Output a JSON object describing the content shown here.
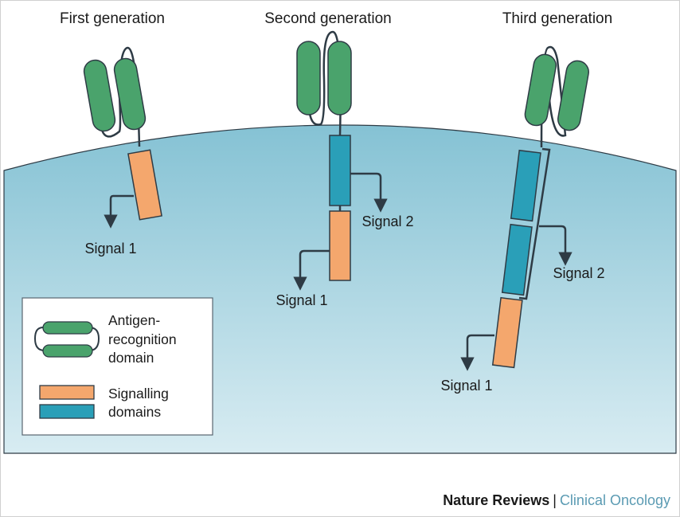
{
  "generations": [
    {
      "title": "First generation",
      "signals": [
        "Signal 1"
      ]
    },
    {
      "title": "Second generation",
      "signals": [
        "Signal 1",
        "Signal 2"
      ]
    },
    {
      "title": "Third generation",
      "signals": [
        "Signal 1",
        "Signal 2"
      ]
    }
  ],
  "legend": {
    "antigen_line1": "Antigen-",
    "antigen_line2": "recognition",
    "antigen_line3": "domain",
    "signalling_line1": "Signalling",
    "signalling_line2": "domains"
  },
  "footer": {
    "brand": "Nature Reviews",
    "separator": "|",
    "journal": "Clinical Oncology"
  },
  "colors": {
    "antigen_domain": "#4aa36c",
    "signal1_domain": "#f4a76d",
    "signal2_domain": "#2a9fb8",
    "cell": "#8ec6d6",
    "outline": "#2e3b45"
  }
}
